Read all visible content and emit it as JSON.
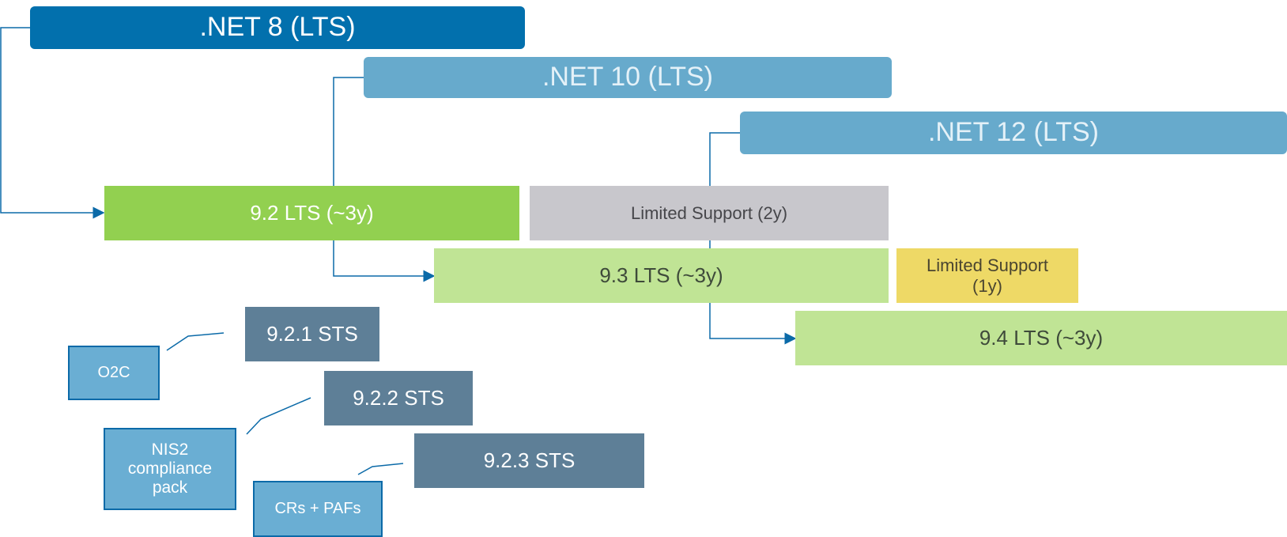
{
  "platforms": {
    "net8": {
      "label": ".NET 8 (LTS)"
    },
    "net10": {
      "label": ".NET 10  (LTS)"
    },
    "net12": {
      "label": ".NET 12  (LTS)"
    }
  },
  "releases": {
    "r92": {
      "label": "9.2 LTS (~3y)"
    },
    "r92_limited": {
      "label": "Limited Support (2y)"
    },
    "r93": {
      "label": "9.3 LTS (~3y)"
    },
    "r93_limited": {
      "label": "Limited Support\n(1y)"
    },
    "r94": {
      "label": "9.4 LTS (~3y)"
    }
  },
  "sts": {
    "s921": {
      "label": "9.2.1 STS"
    },
    "s922": {
      "label": "9.2.2 STS"
    },
    "s923": {
      "label": "9.2.3 STS"
    }
  },
  "notes": {
    "o2c": {
      "label": "O2C"
    },
    "nis2": {
      "label": "NIS2\ncompliance\npack"
    },
    "crs": {
      "label": "CRs + PAFs"
    }
  },
  "colors": {
    "net8": "#0270ad",
    "net_light": "#67aacc",
    "lts_current": "#92d050",
    "lts_next": "#c0e495",
    "limited_2y": "#c8c7cc",
    "limited_1y": "#eed966",
    "sts": "#5e7f97",
    "note": "#6aaed3",
    "connector": "#0b6aa8"
  }
}
